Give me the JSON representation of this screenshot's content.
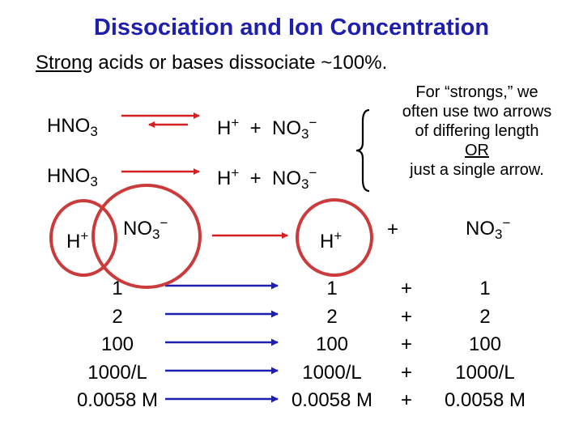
{
  "title": "Dissociation and Ion Concentration",
  "subtitle": {
    "underlined": "Strong",
    "rest": " acids or bases dissociate ~100%."
  },
  "equation1": {
    "reactant": {
      "base": "HNO",
      "sub": "3"
    },
    "product_h": {
      "base": "H",
      "sup": "+"
    },
    "plus": "+",
    "product_no3": {
      "base": "NO",
      "sub": "3",
      "sup": "−"
    }
  },
  "equation2": {
    "reactant": {
      "base": "HNO",
      "sub": "3"
    },
    "product_h": {
      "base": "H",
      "sup": "+"
    },
    "plus": "+",
    "product_no3": {
      "base": "NO",
      "sub": "3",
      "sup": "−"
    }
  },
  "note": {
    "line1": "For “strongs,” we",
    "line2": "often use two arrows",
    "line3": "of differing length",
    "or": "OR",
    "line5": "just a single arrow."
  },
  "table": {
    "h_ion": {
      "base": "H",
      "sup": "+"
    },
    "no3_ion": {
      "base": "NO",
      "sub": "3",
      "sup": "−"
    },
    "product_h": {
      "base": "H",
      "sup": "+"
    },
    "plus": "+",
    "product_no3": {
      "base": "NO",
      "sub": "3",
      "sup": "−"
    },
    "rows": [
      {
        "reactant": "1",
        "h": "1",
        "plus": "+",
        "no3": "1"
      },
      {
        "reactant": "2",
        "h": "2",
        "plus": "+",
        "no3": "2"
      },
      {
        "reactant": "100",
        "h": "100",
        "plus": "+",
        "no3": "100"
      },
      {
        "reactant": "1000/L",
        "h": "1000/L",
        "plus": "+",
        "no3": "1000/L"
      },
      {
        "reactant": "0.0058 M",
        "h": "0.0058 M",
        "plus": "+",
        "no3": "0.0058 M"
      }
    ]
  },
  "colors": {
    "title": "#1f1faf",
    "red_arrow": "#d42020",
    "blue_arrow": "#1f1faf",
    "circle": "#cc3b3b"
  }
}
